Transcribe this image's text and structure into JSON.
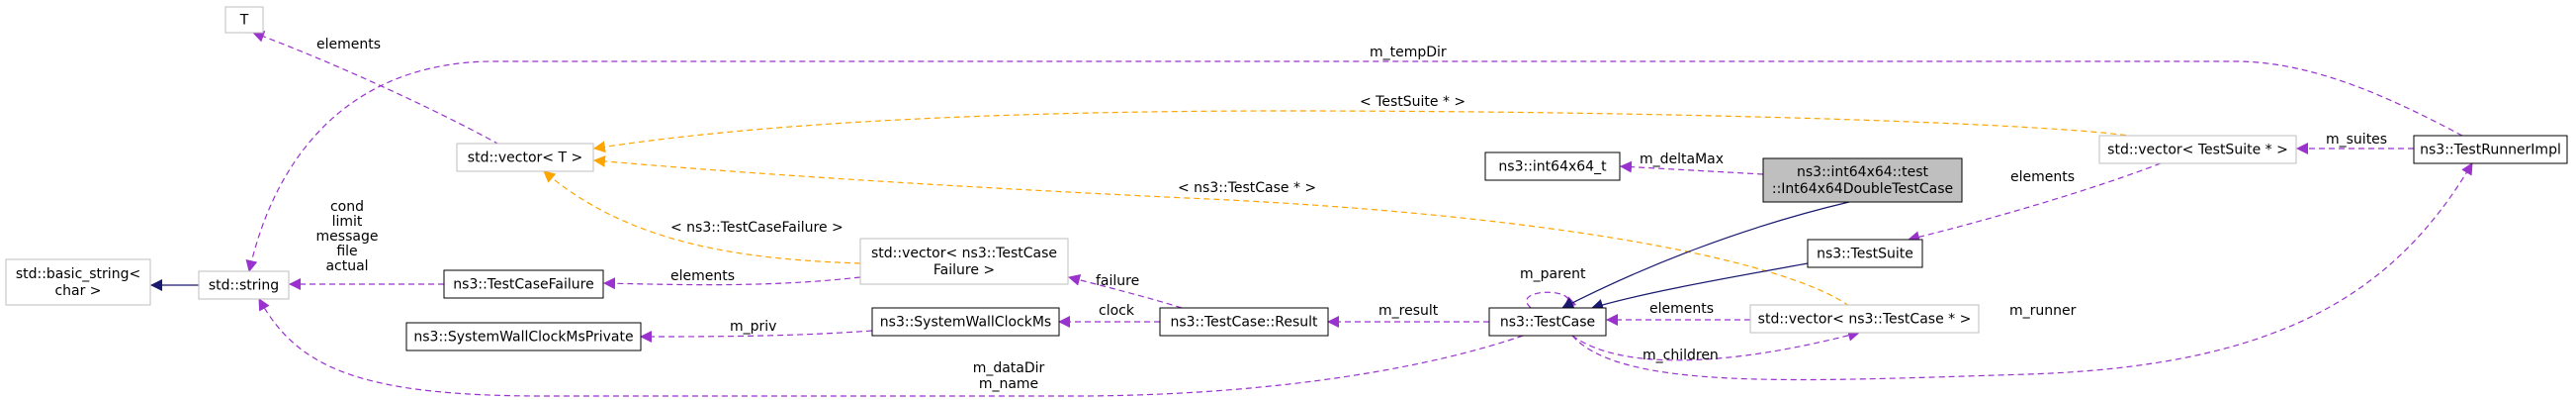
{
  "colors": {
    "node_dark_border": "#000000",
    "node_light_border": "#bfbfbf",
    "node_highlight_fill": "#bfbfbf",
    "edge_inheritance": "#191970",
    "edge_usage": "#9a32cd",
    "edge_template": "#ffa500"
  },
  "nodes": {
    "T": [
      "T"
    ],
    "std_vector_T": [
      "std::vector< T >"
    ],
    "int64x64_t": [
      "ns3::int64x64_t"
    ],
    "double_test_case": [
      "ns3::int64x64::test",
      "::Int64x64DoubleTestCase"
    ],
    "std_vector_testsuite": [
      "std::vector< TestSuite * >"
    ],
    "test_runner_impl": [
      "ns3::TestRunnerImpl"
    ],
    "std_basic_string": [
      "std::basic_string<",
      "char >"
    ],
    "std_string": [
      "std::string"
    ],
    "test_case_failure": [
      "ns3::TestCaseFailure"
    ],
    "std_vector_failure": [
      "std::vector< ns3::TestCase",
      "Failure >"
    ],
    "test_suite": [
      "ns3::TestSuite"
    ],
    "system_wall_clock_ms": [
      "ns3::SystemWallClockMs"
    ],
    "test_case_result": [
      "ns3::TestCase::Result"
    ],
    "test_case": [
      "ns3::TestCase"
    ],
    "std_vector_testcase": [
      "std::vector< ns3::TestCase * >"
    ],
    "system_wall_clock_ms_private": [
      "ns3::SystemWallClockMsPrivate"
    ]
  },
  "edge_labels": {
    "elements_T": [
      "elements"
    ],
    "m_tempDir": [
      "m_tempDir"
    ],
    "tmpl_testsuite": [
      "< TestSuite * >"
    ],
    "m_deltaMax": [
      "m_deltaMax"
    ],
    "m_suites": [
      "m_suites"
    ],
    "elements_suite": [
      "elements"
    ],
    "tmpl_testcase": [
      "< ns3::TestCase * >"
    ],
    "string_members": [
      "cond",
      "limit",
      "message",
      "file",
      "actual"
    ],
    "tmpl_failure": [
      "< ns3::TestCaseFailure >"
    ],
    "elements_failure": [
      "elements"
    ],
    "failure": [
      "failure"
    ],
    "m_parent": [
      "m_parent"
    ],
    "clock": [
      "clock"
    ],
    "m_result": [
      "m_result"
    ],
    "elements_testcase": [
      "elements"
    ],
    "m_runner": [
      "m_runner"
    ],
    "m_priv": [
      "m_priv"
    ],
    "m_children": [
      "m_children"
    ],
    "m_dataDir_name": [
      "m_dataDir",
      "m_name"
    ]
  }
}
